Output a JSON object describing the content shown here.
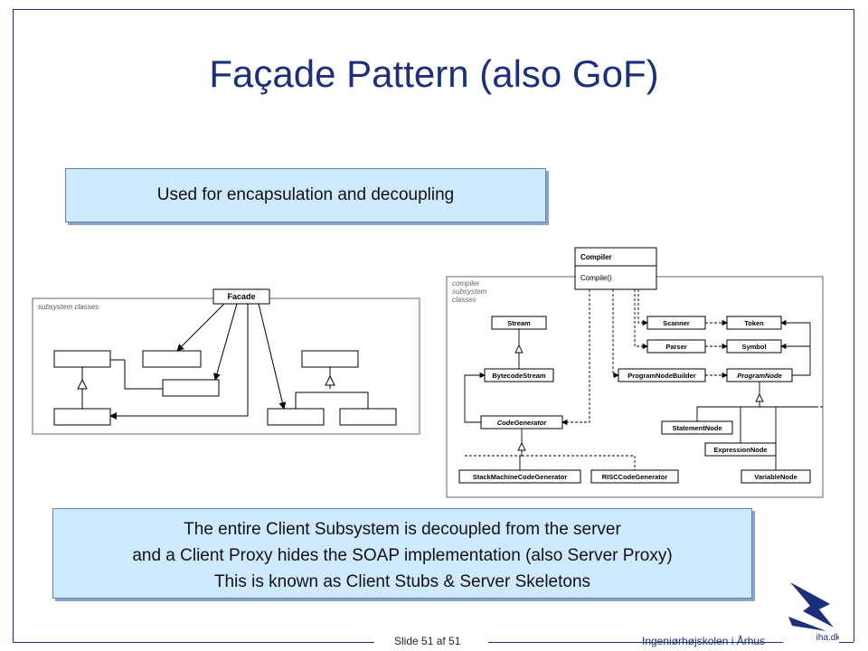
{
  "slide": {
    "title": "Façade Pattern (also GoF)",
    "callout_top": "Used for encapsulation and decoupling",
    "callout_bottom": [
      "The entire Client Subsystem is decoupled from the server",
      "and a Client Proxy hides the SOAP implementation (also Server Proxy)",
      "This is known as Client Stubs & Server Skeletons"
    ],
    "footer_slide": "Slide 51 af  51",
    "footer_institution": "Ingeniørhøjskolen i Århus",
    "logo_text": "iha.dk"
  },
  "left_diagram": {
    "facade_label": "Facade",
    "subsystem_label": "subsystem classes"
  },
  "right_diagram": {
    "compiler_name": "Compiler",
    "compiler_method": "Compile()",
    "subsystem_label_lines": [
      "compiler",
      "subsystem",
      "classes"
    ],
    "classes": {
      "scanner": "Scanner",
      "token": "Token",
      "parser": "Parser",
      "symbol": "Symbol",
      "stream": "Stream",
      "bytecode_stream": "BytecodeStream",
      "program_node_builder": "ProgramNodeBuilder",
      "program_node": "ProgramNode",
      "code_generator": "CodeGenerator",
      "statement_node": "StatementNode",
      "expression_node": "ExpressionNode",
      "stack_machine": "StackMachineCodeGenerator",
      "risc": "RISCCodeGenerator",
      "variable_node": "VariableNode"
    }
  },
  "colors": {
    "title": "#1c2f7a",
    "callout_fill": "#cfe9ff",
    "callout_border": "#5a87c2"
  }
}
